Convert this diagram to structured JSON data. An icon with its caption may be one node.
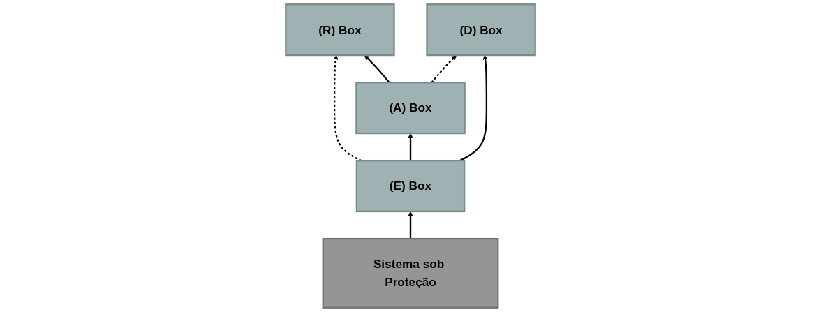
{
  "diagram": {
    "nodes": [
      {
        "text": [
          "(R) Box"
        ]
      },
      {
        "text": [
          "(A) Box"
        ]
      },
      {
        "text": [
          "(D) Box"
        ]
      },
      {
        "text": [
          "(E) Box"
        ]
      },
      {
        "text": [
          "Sistema sob Proteção"
        ]
      }
    ],
    "edges": [
      {
        "from": 1,
        "to": 0,
        "arrow": "to"
      },
      {
        "from": 1,
        "to": 2,
        "arrow": "to",
        "style": "dashed"
      },
      {
        "from": 3,
        "to": 0,
        "arrow": "to",
        "style": "dashed"
      },
      {
        "from": 3,
        "to": 1,
        "arrow": "to"
      },
      {
        "from": 3,
        "to": 2,
        "arrow": "to"
      },
      {
        "from": 4,
        "to": 3,
        "arrow": "to"
      }
    ]
  }
}
